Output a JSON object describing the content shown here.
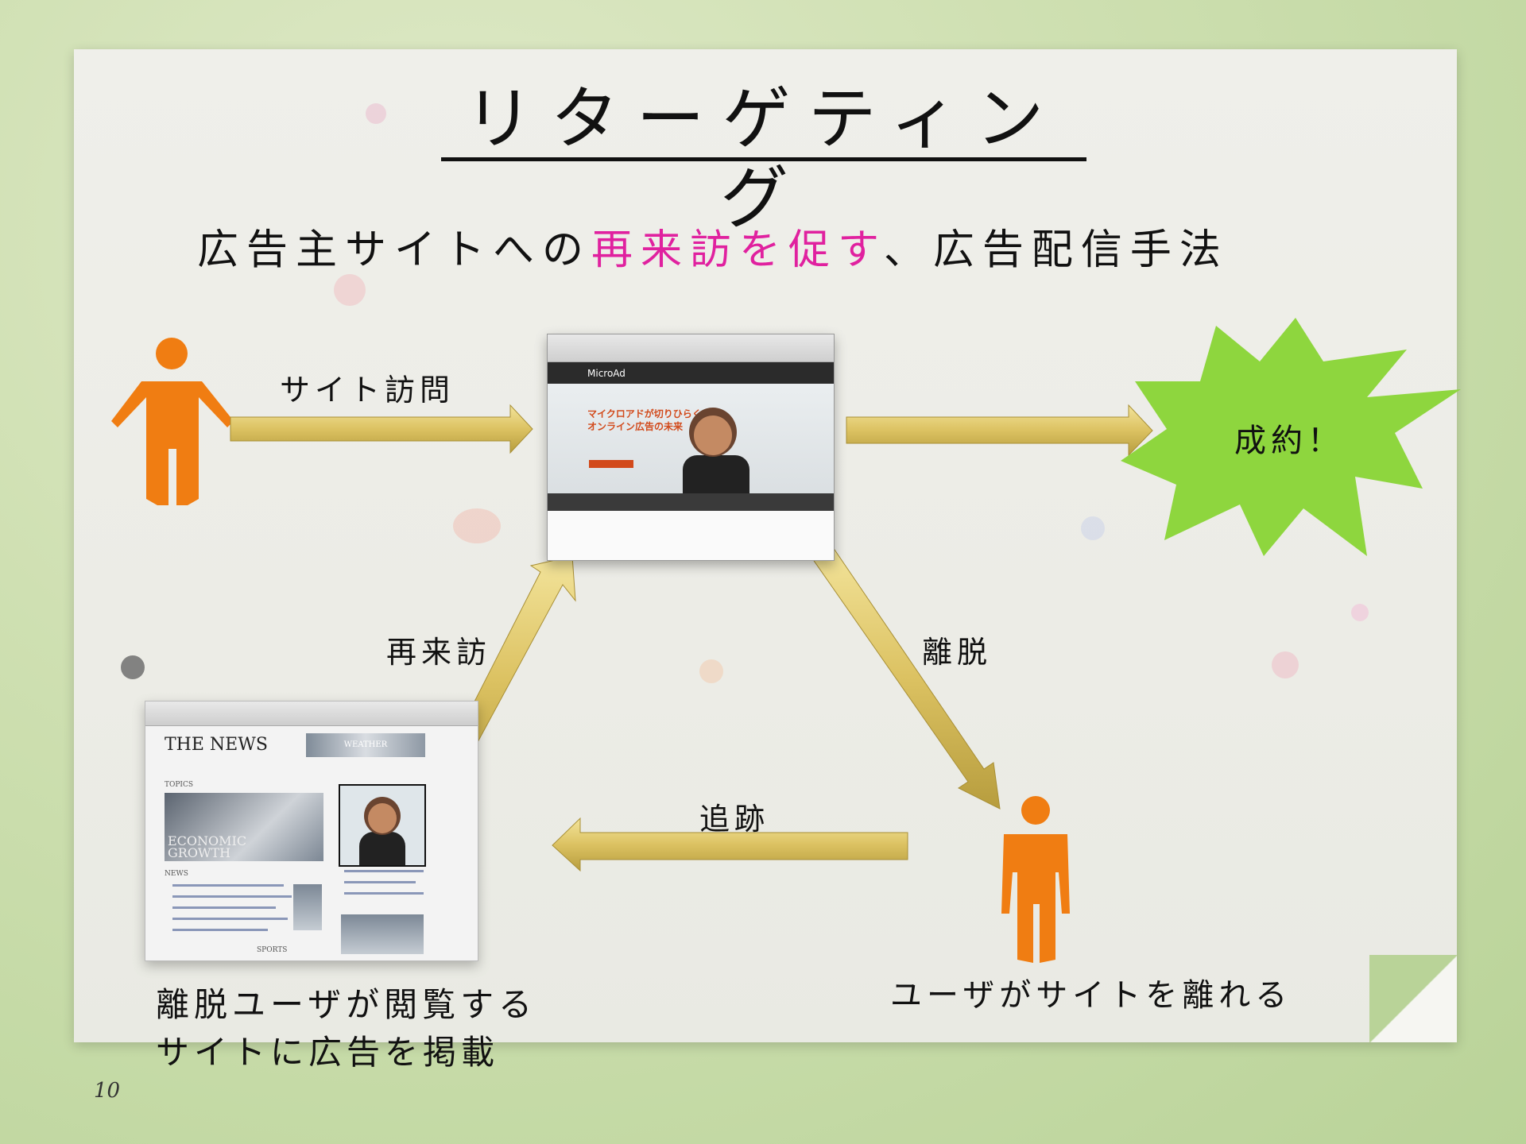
{
  "title": "リターゲティング",
  "subtitle": {
    "prefix": "広告主サイトへの",
    "highlight": "再来訪を促す",
    "suffix": "、広告配信手法"
  },
  "labels": {
    "site_visit": "サイト訪問",
    "conversion": "成約！",
    "revisit": "再来訪",
    "leave": "離脱",
    "track": "追跡",
    "user_leaves": "ユーザがサイトを離れる",
    "ad_site_line1": "離脱ユーザが閲覧する",
    "ad_site_line2": "サイトに広告を掲載"
  },
  "advertiser_site": {
    "brand": "MicroAd",
    "hero_line1": "マイクロアドが切りひらく",
    "hero_line2": "オンライン広告の未来"
  },
  "news_site": {
    "masthead": "THE NEWS",
    "weather": "WEATHER",
    "topics": "TOPICS",
    "economic": "ECONOMIC",
    "growth": "GROWTH",
    "news": "NEWS",
    "sports": "SPORTS"
  },
  "page_number": "10",
  "colors": {
    "person": "#f07d12",
    "arrow": "#e2cd70",
    "burst": "#8ed63e",
    "highlight": "#e0219f"
  }
}
